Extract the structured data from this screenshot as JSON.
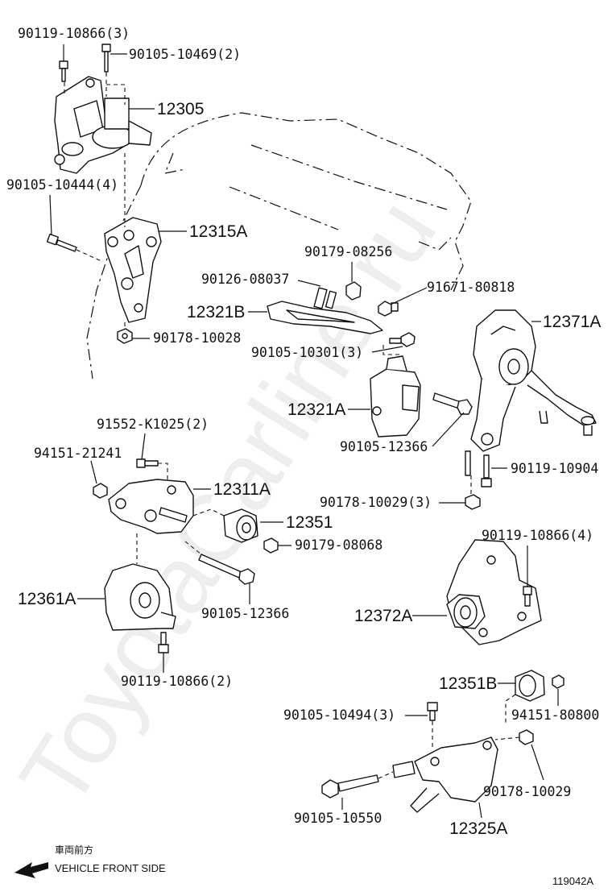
{
  "watermark": "ToyotaCarline.ru",
  "figure_code": "119042A",
  "direction": {
    "jp": "車両前方",
    "en": "VEHICLE FRONT SIDE"
  },
  "labels": {
    "p1": "90119-10866(3)",
    "p2": "90105-10469(2)",
    "p3": "12305",
    "p4": "90105-10444(4)",
    "p5": "12315A",
    "p6": "90179-08256",
    "p7": "90126-08037",
    "p8": "91671-80818",
    "p9": "12321B",
    "p10": "12371A",
    "p11": "90178-10028",
    "p12": "90105-10301(3)",
    "p13": "12321A",
    "p14": "90105-12366",
    "p15": "91552-K1025(2)",
    "p16": "94151-21241",
    "p17": "90119-10904",
    "p18": "12311A",
    "p19": "90178-10029(3)",
    "p20": "12351",
    "p21": "90179-08068",
    "p22": "90119-10866(4)",
    "p23": "12361A",
    "p24": "90105-12366",
    "p25": "12372A",
    "p26": "90119-10866(2)",
    "p27": "12351B",
    "p28": "90105-10494(3)",
    "p29": "94151-80800",
    "p30": "90178-10029",
    "p31": "90105-10550",
    "p32": "12325A"
  }
}
